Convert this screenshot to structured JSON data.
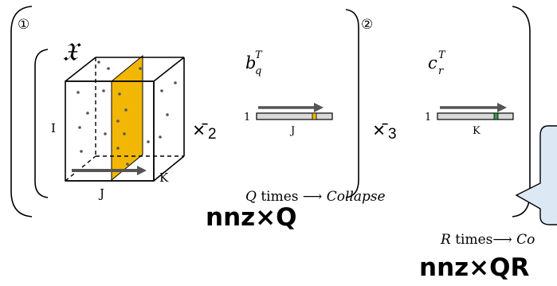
{
  "colors": {
    "slice": "#f2b705",
    "bar_fill": "#d9d9d9",
    "bar_mark_q": "#f2b705",
    "bar_mark_r": "#2f9e44",
    "callout": "#dce9f5",
    "stroke": "#000000"
  },
  "step_markers": {
    "step1": "①",
    "step2": "②"
  },
  "tensor": {
    "symbol": "𝔛",
    "axis_i": "I",
    "axis_j": "J",
    "axis_k": "K"
  },
  "ops": {
    "mode2": "×̄",
    "mode2_sub": "2",
    "mode3": "×̄",
    "mode3_sub": "3"
  },
  "vector_b": {
    "label": "b",
    "sup": "T",
    "sub": "q",
    "dim_one": "1",
    "dim_len": "J"
  },
  "vector_c": {
    "label": "c",
    "sup": "T",
    "sub": "r",
    "dim_one": "1",
    "dim_len": "K"
  },
  "inner_loop": {
    "var": "Q",
    "times": " times ⟶ ",
    "action": "Collapse"
  },
  "outer_loop": {
    "var": "R",
    "times": " times⟶ ",
    "action": "Co"
  },
  "costs": {
    "inner": "nnz×Q",
    "outer": "nnz×QR"
  }
}
